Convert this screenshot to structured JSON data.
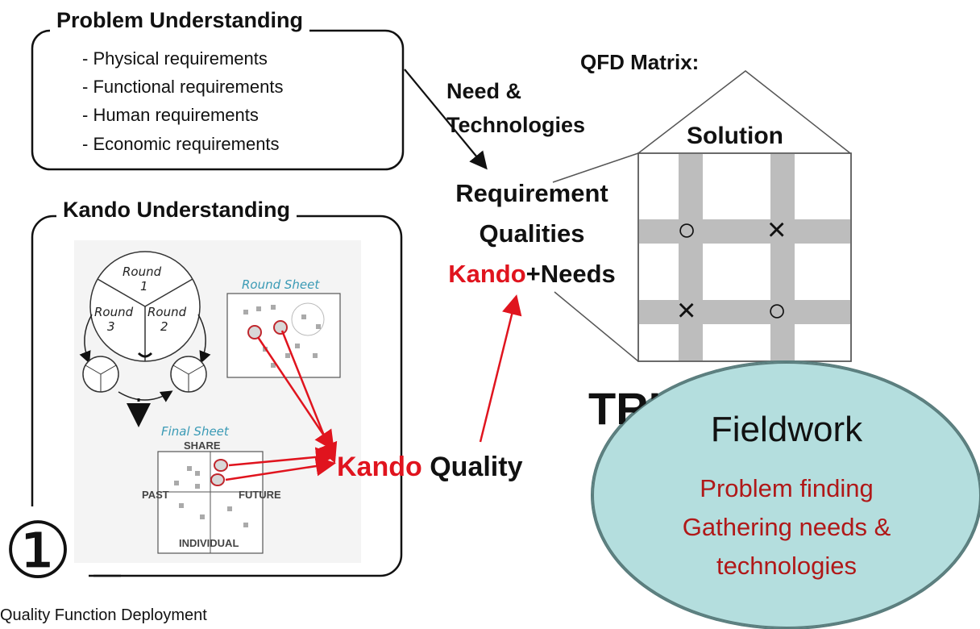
{
  "problem_panel": {
    "title": "Problem Understanding",
    "items": [
      "- Physical requirements",
      "- Functional requirements",
      "- Human requirements",
      "- Economic requirements"
    ]
  },
  "kando_panel": {
    "title": "Kando Understanding",
    "figure": {
      "round_1": "Round",
      "round_1_num": "1",
      "round_2": "Round",
      "round_2_num": "2",
      "round_3": "Round",
      "round_3_num": "3",
      "round_sheet": "Round Sheet",
      "final_sheet": "Final Sheet",
      "share": "SHARE",
      "past": "PAST",
      "future": "FUTURE",
      "individual": "INDIVIDUAL"
    }
  },
  "arrow_label": {
    "line1": "Need &",
    "line2": "Technologies"
  },
  "requirement": {
    "line1": "Requirement",
    "line2": "Qualities",
    "kando": "Kando",
    "plus_needs": "+Needs"
  },
  "kando_quality": {
    "kando": "Kando",
    "quality": "Quality"
  },
  "qfd": {
    "title": "QFD Matrix:",
    "solution": "Solution",
    "symbols": [
      "○",
      "×",
      "×",
      "○"
    ]
  },
  "triz_partial": "TRI",
  "fieldwork": {
    "title": "Fieldwork",
    "lines": [
      "Problem finding",
      "Gathering needs &",
      "technologies"
    ]
  },
  "step_number": "①",
  "caption": "Quality Function Deployment",
  "colors": {
    "accent_red": "#e0141e",
    "ellipse_fill": "#b4dede",
    "ellipse_text": "#b01818",
    "band_gray": "#bdbdbd"
  }
}
